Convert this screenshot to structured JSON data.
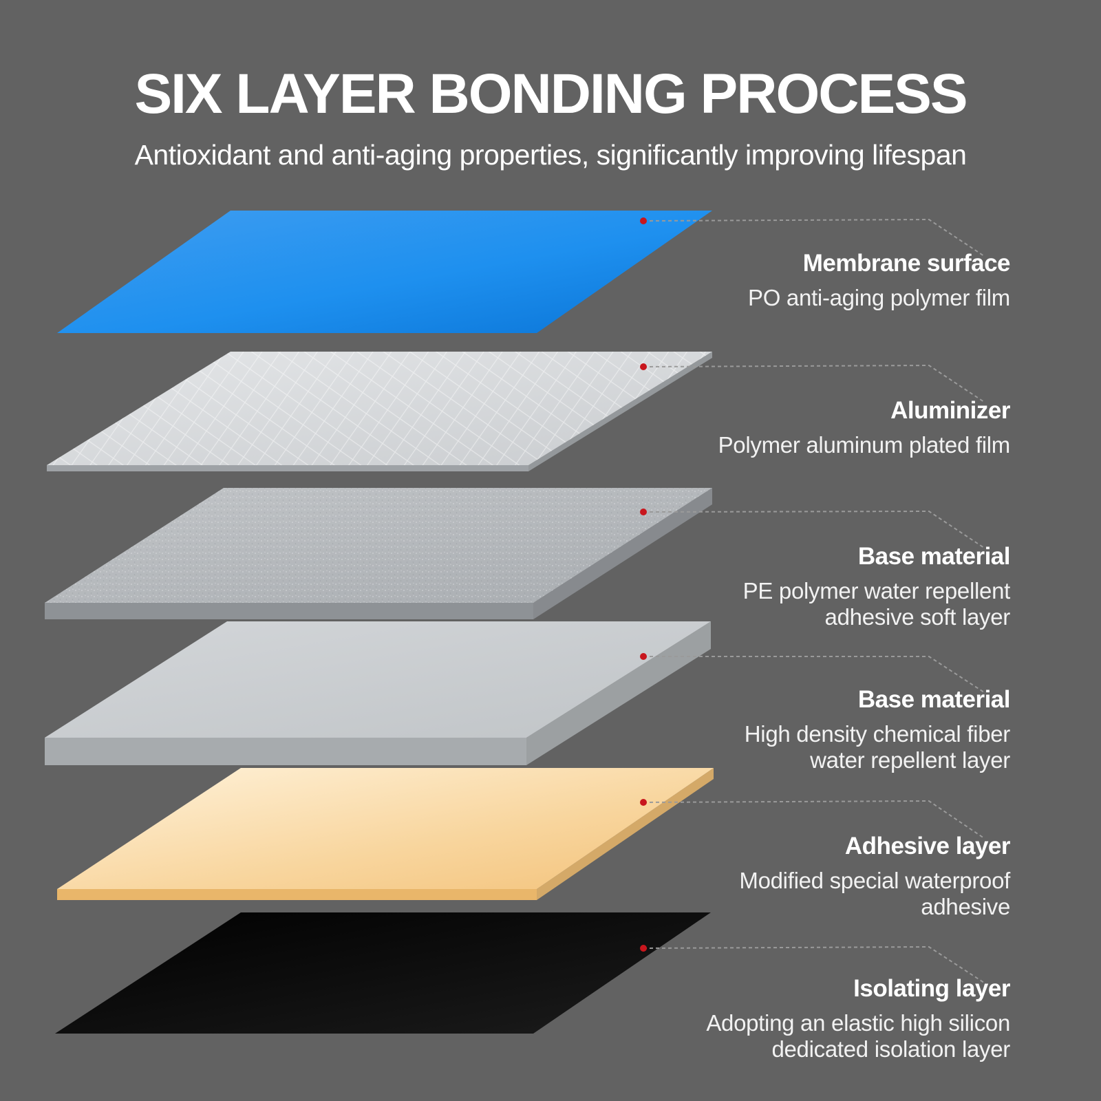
{
  "title": "SIX LAYER BONDING PROCESS",
  "subtitle": "Antioxidant and anti-aging properties, significantly improving lifespan",
  "colors": {
    "background": "#626262",
    "marker": "#c8161d",
    "leader_line": "#9a9a9a"
  },
  "layers": [
    {
      "name": "Membrane surface",
      "description": "PO anti-aging polymer film",
      "color": "#1e90ef",
      "texture": "smooth"
    },
    {
      "name": "Aluminizer",
      "description": "Polymer aluminum plated film",
      "color": "#d9dcde",
      "texture": "diamond"
    },
    {
      "name": "Base material",
      "description": "PE polymer water repellent\nadhesive soft layer",
      "color": "#b6babd",
      "texture": "speckle"
    },
    {
      "name": "Base material",
      "description": "High density chemical fiber\nwater repellent layer",
      "color": "#c9cdd0",
      "texture": "smooth"
    },
    {
      "name": "Adhesive layer",
      "description": "Modified special waterproof\nadhesive",
      "color": "#f7cf8f",
      "texture": "smooth"
    },
    {
      "name": "Isolating layer",
      "description": "Adopting an elastic high silicon\ndedicated isolation layer",
      "color": "#111111",
      "texture": "smooth"
    }
  ]
}
